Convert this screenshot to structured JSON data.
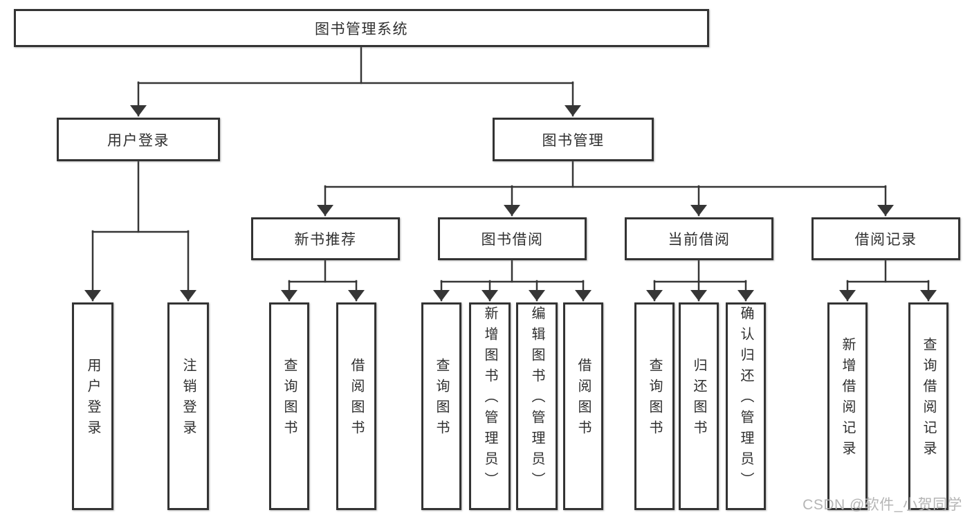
{
  "diagram": {
    "title_node": "图书管理系统",
    "tree": {
      "root": {
        "label": "图书管理系统"
      },
      "branches": [
        {
          "label": "用户登录",
          "leaves": [
            {
              "label": "用户登录"
            },
            {
              "label": "注销登录"
            }
          ]
        },
        {
          "label": "图书管理",
          "groups": [
            {
              "label": "新书推荐",
              "leaves": [
                {
                  "label": "查询图书"
                },
                {
                  "label": "借阅图书"
                }
              ]
            },
            {
              "label": "图书借阅",
              "leaves": [
                {
                  "label": "查询图书"
                },
                {
                  "label": "新增图书（管理员）"
                },
                {
                  "label": "编辑图书（管理员）"
                },
                {
                  "label": "借阅图书"
                }
              ]
            },
            {
              "label": "当前借阅",
              "leaves": [
                {
                  "label": "查询图书"
                },
                {
                  "label": "归还图书"
                },
                {
                  "label": "确认归还（管理员）"
                }
              ]
            },
            {
              "label": "借阅记录",
              "leaves": [
                {
                  "label": "新增借阅记录"
                },
                {
                  "label": "查询借阅记录"
                }
              ]
            }
          ]
        }
      ]
    },
    "colors": {
      "line": "#363636",
      "box_border": "#333333",
      "text": "#2f2f2f",
      "watermark": "#b5b5b5"
    }
  },
  "watermark": {
    "text": "CSDN @软件_小贺同学"
  }
}
